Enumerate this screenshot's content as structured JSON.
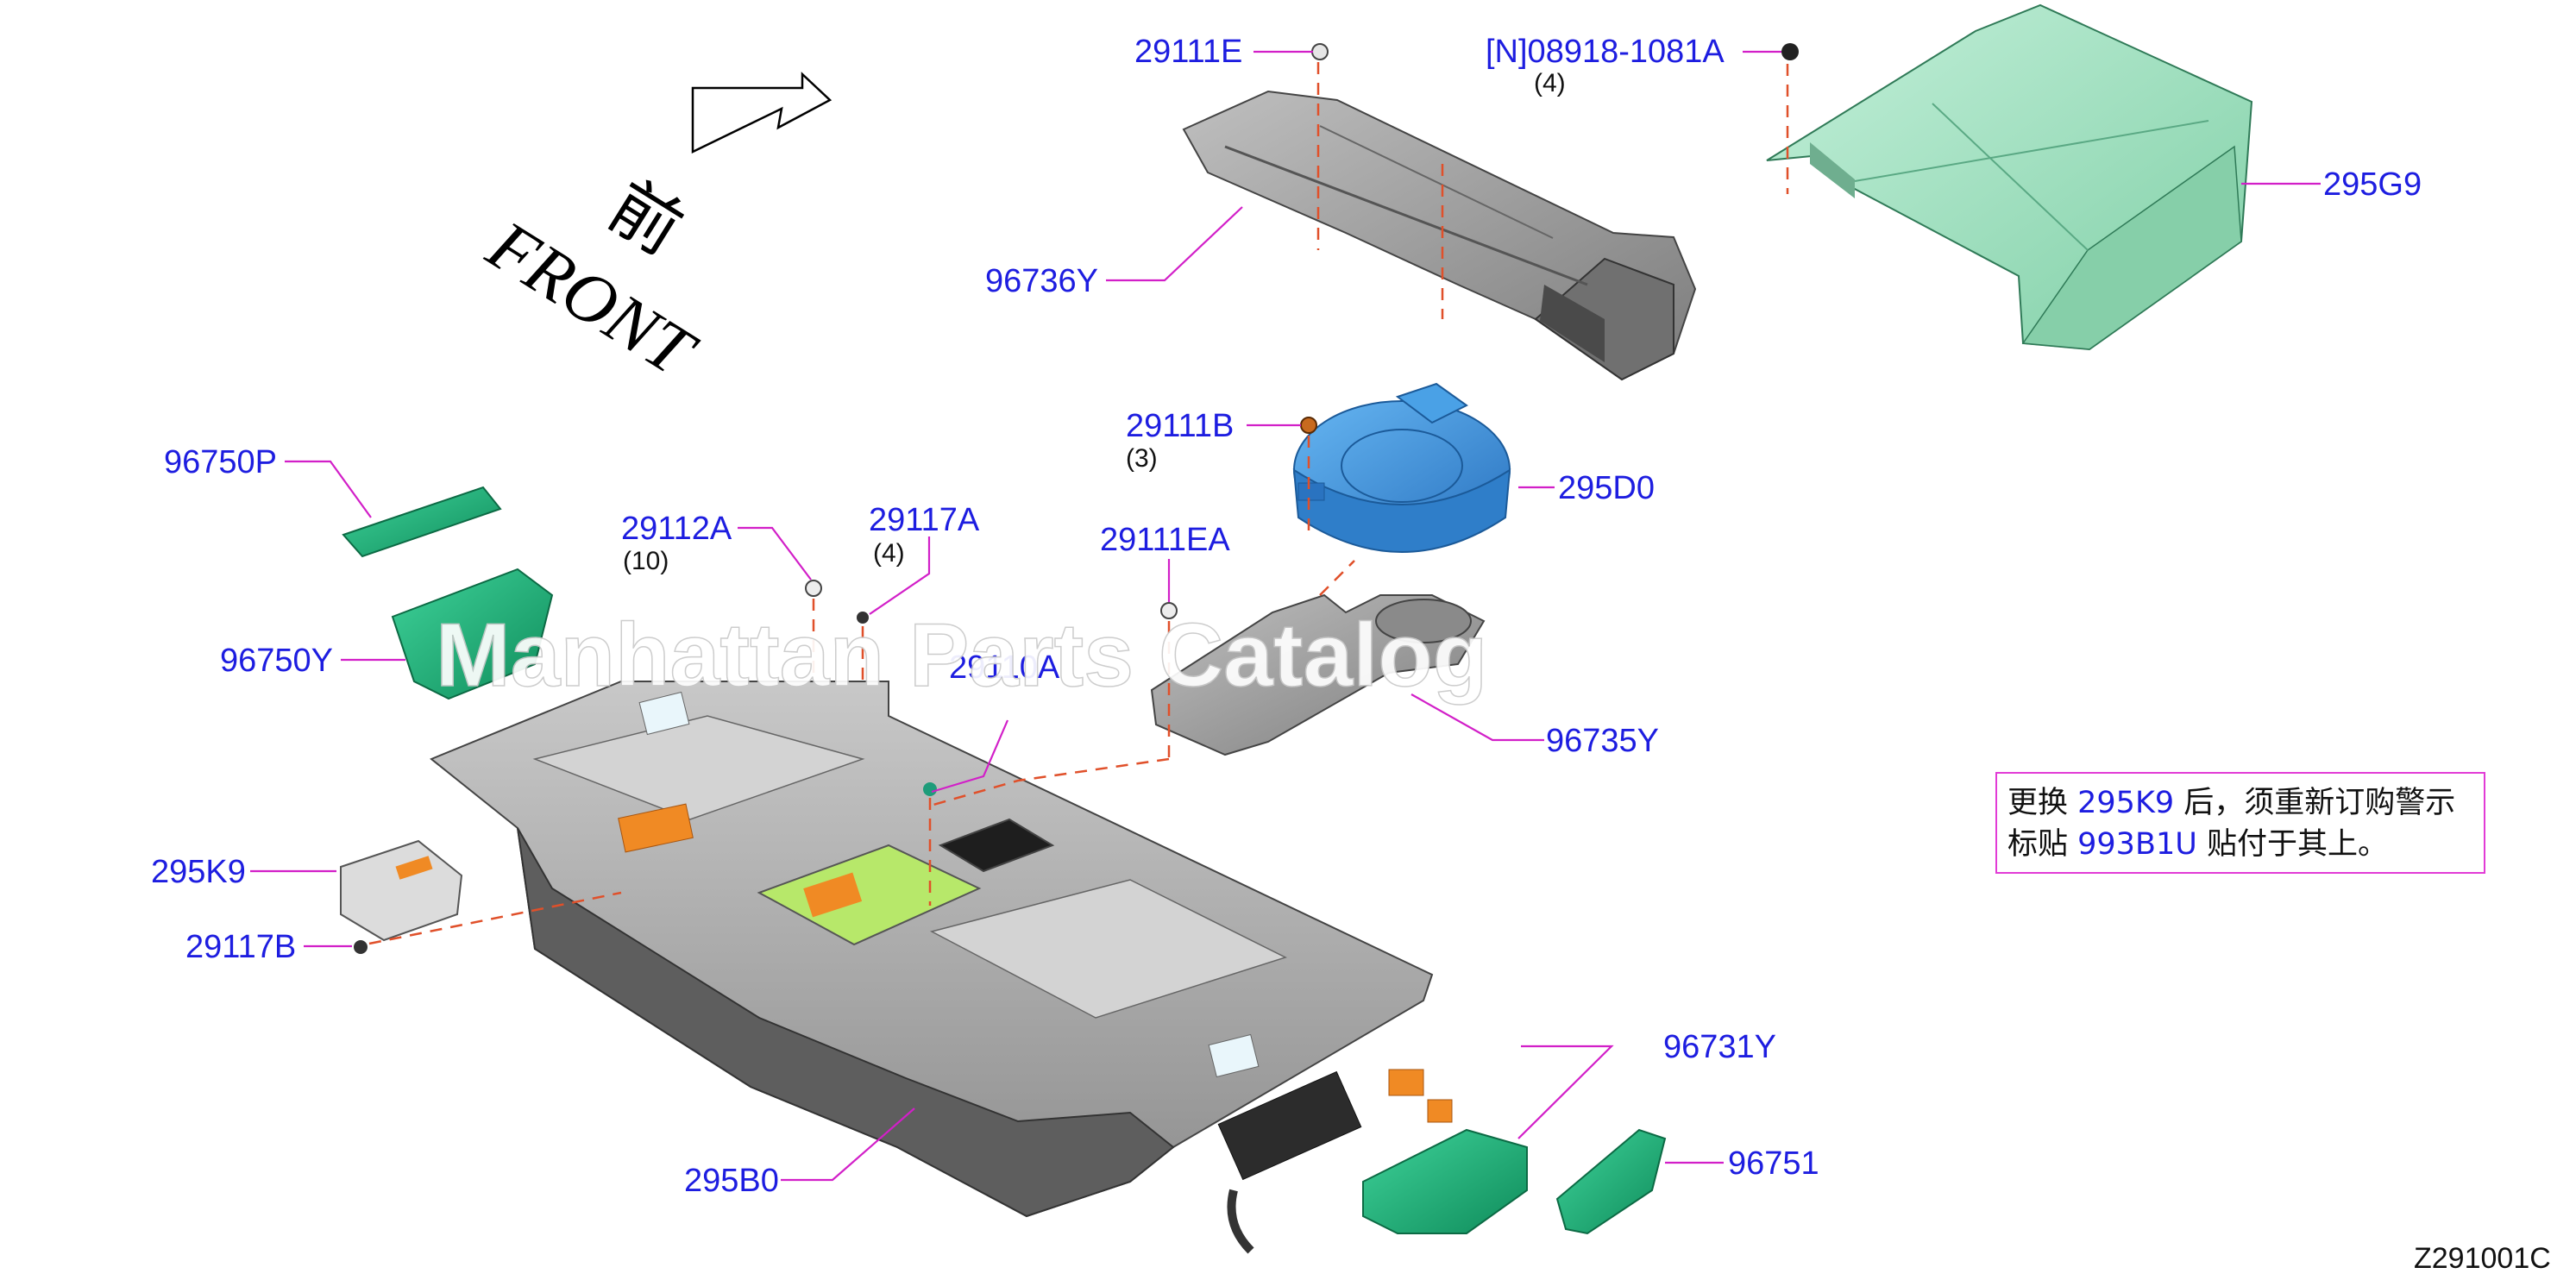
{
  "front_indicator": {
    "cn": "前",
    "en": "FRONT"
  },
  "figure_code": "Z291001C",
  "watermark": "Manhattan Parts Catalog",
  "callouts": [
    {
      "id": "29111E",
      "label": "29111E",
      "qty": ""
    },
    {
      "id": "08918",
      "label": "[N]08918-1081A",
      "qty": "(4)"
    },
    {
      "id": "295G9",
      "label": "295G9",
      "qty": ""
    },
    {
      "id": "96736Y",
      "label": "96736Y",
      "qty": ""
    },
    {
      "id": "29111B",
      "label": "29111B",
      "qty": "(3)"
    },
    {
      "id": "295D0",
      "label": "295D0",
      "qty": ""
    },
    {
      "id": "96750P",
      "label": "96750P",
      "qty": ""
    },
    {
      "id": "29112A",
      "label": "29112A",
      "qty": "(10)"
    },
    {
      "id": "29117A",
      "label": "29117A",
      "qty": "(4)"
    },
    {
      "id": "29111EA",
      "label": "29111EA",
      "qty": ""
    },
    {
      "id": "96735Y",
      "label": "96735Y",
      "qty": ""
    },
    {
      "id": "295K9",
      "label": "295K9",
      "qty": ""
    },
    {
      "id": "29117B",
      "label": "29117B",
      "qty": ""
    },
    {
      "id": "96731Y",
      "label": "96731Y",
      "qty": ""
    },
    {
      "id": "96751",
      "label": "96751",
      "qty": ""
    },
    {
      "id": "295B0",
      "label": "295B0",
      "qty": ""
    }
  ],
  "obscured_labels": {
    "left": "96750Y",
    "center": "29110A"
  },
  "note": {
    "part_a": "更换 ",
    "pn1": "295K9",
    "part_b": " 后，须重新订购警示",
    "part_c": "标贴 ",
    "pn2": "993B1U",
    "part_d": " 贴付于其上。"
  },
  "colors": {
    "label": "#1d1de0",
    "leader": "#d21fc8",
    "dash": "#e0502a",
    "tray": "#9b9b9b",
    "green_part": "#20b07a",
    "cover": "#9fe0c0",
    "blue_part": "#3d8fd9",
    "orange": "#f08a24"
  }
}
